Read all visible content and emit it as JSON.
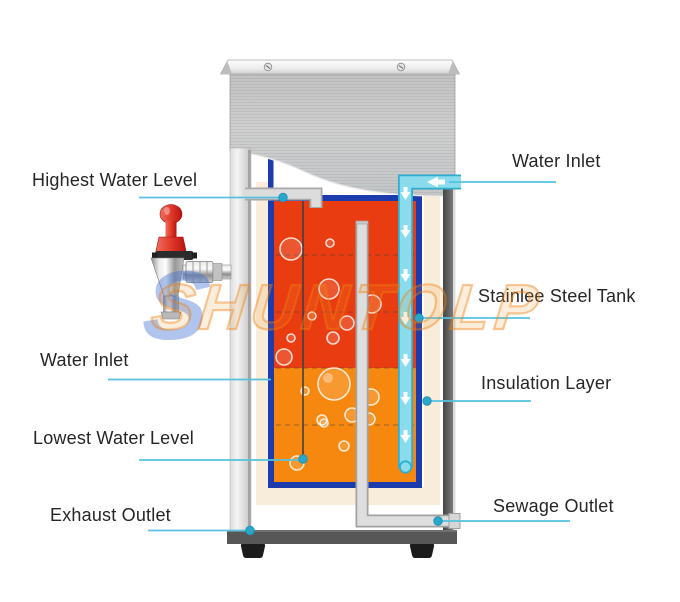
{
  "labels": {
    "highest_water_level": "Highest Water Level",
    "water_inlet_top": "Water Inlet",
    "stainless_steel_tank": "Stainlee Steel Tank",
    "insulation_layer": "Insulation Layer",
    "water_inlet_left": "Water Inlet",
    "lowest_water_level": "Lowest Water Level",
    "exhaust_outlet": "Exhaust Outlet",
    "sewage_outlet": "Sewage Outlet"
  },
  "watermark": {
    "logo_letter": "S",
    "text": "SHUNTOLP"
  },
  "colors": {
    "hot_water_top": "#e93c10",
    "warm_water_bottom": "#f6870f",
    "tank_wall_blue": "#1c3cad",
    "inlet_pipe_cyan": "#8adced",
    "leader_line": "#55c2df",
    "leader_dot": "#28a7cb",
    "insulation_cream": "#f8ecda",
    "tap_handle_red": "#d93030"
  }
}
